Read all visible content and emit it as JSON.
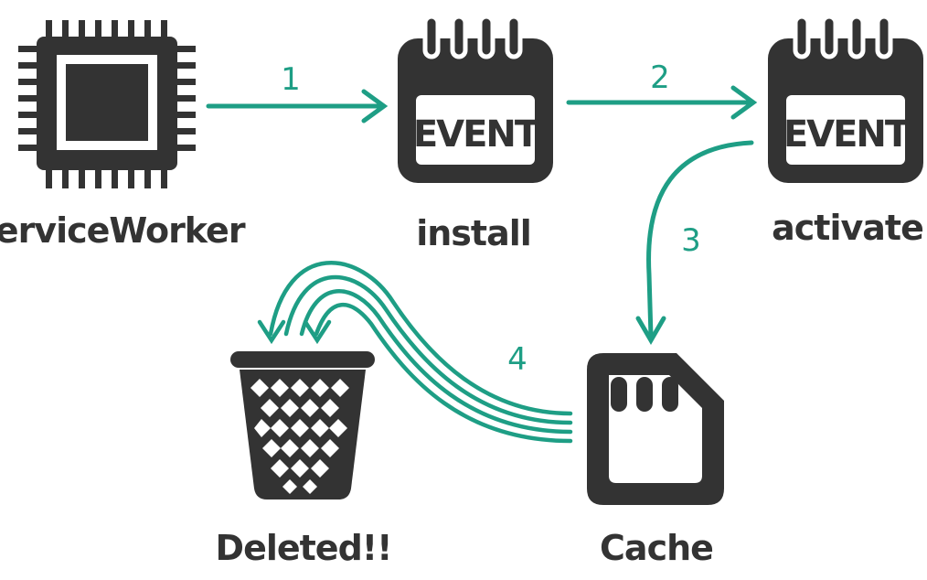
{
  "nodes": {
    "service_worker": {
      "label": "ServiceWorker",
      "icon": "cpu-chip-icon"
    },
    "install": {
      "label": "install",
      "icon": "calendar-event-icon",
      "badge": "EVENT"
    },
    "activate": {
      "label": "activate",
      "icon": "calendar-event-icon",
      "badge": "EVENT"
    },
    "cache": {
      "label": "Cache",
      "icon": "sd-card-icon"
    },
    "deleted": {
      "label": "Deleted!!",
      "icon": "trash-basket-icon"
    }
  },
  "steps": {
    "step1": "1",
    "step2": "2",
    "step3": "3",
    "step4": "4"
  },
  "colors": {
    "ink": "#333333",
    "accent": "#1e9e85",
    "background": "#ffffff"
  }
}
